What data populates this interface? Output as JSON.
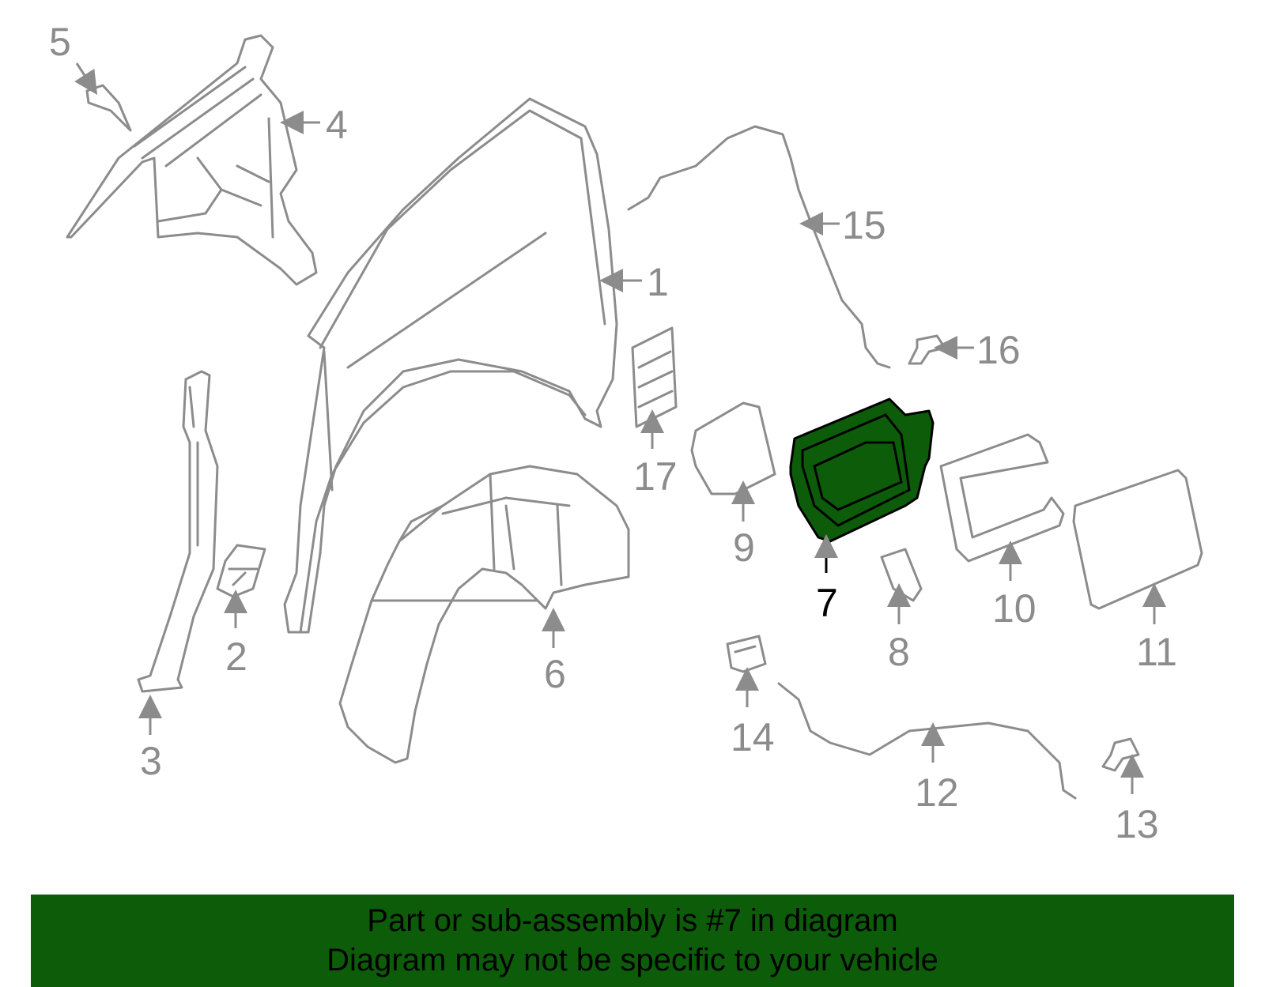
{
  "highlight_color": "#0d5c0a",
  "highlighted_part": "7",
  "callouts": {
    "c1": "1",
    "c2": "2",
    "c3": "3",
    "c4": "4",
    "c5": "5",
    "c6": "6",
    "c7": "7",
    "c8": "8",
    "c9": "9",
    "c10": "10",
    "c11": "11",
    "c12": "12",
    "c13": "13",
    "c14": "14",
    "c15": "15",
    "c16": "16",
    "c17": "17"
  },
  "banner": {
    "line1": "Part or sub-assembly is #7 in diagram",
    "line2": "Diagram may not be specific to your vehicle"
  }
}
